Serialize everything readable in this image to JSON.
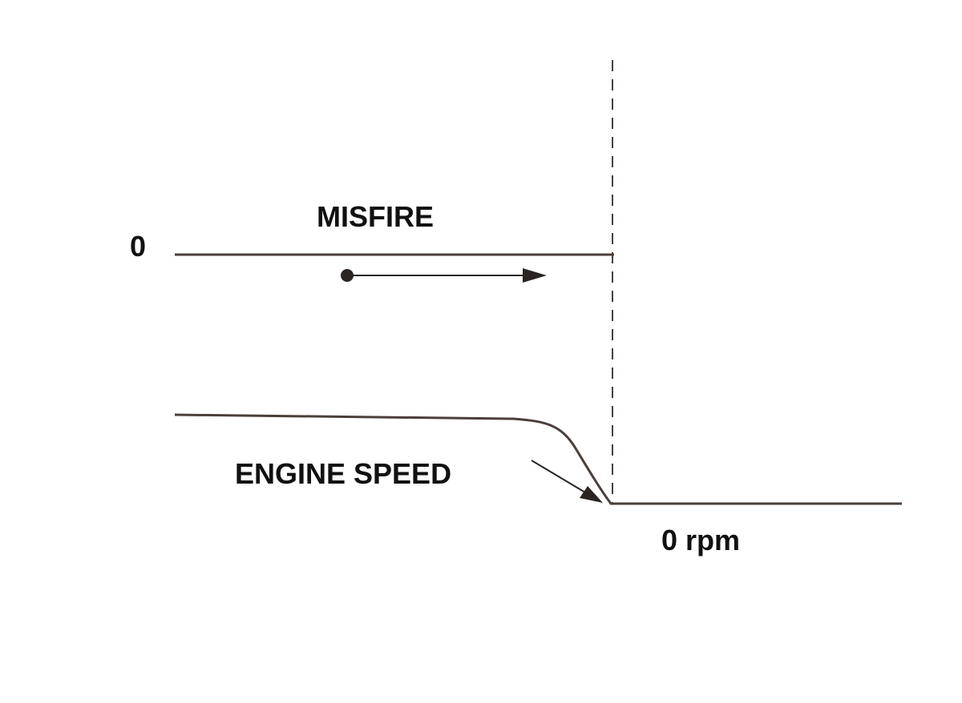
{
  "labels": {
    "misfire": "MISFIRE",
    "zero_level": "0",
    "engine_speed": "ENGINE SPEED",
    "zero_rpm": "0 rpm"
  },
  "colors": {
    "line": "#4a3f3a",
    "text": "#111111",
    "background": "#ffffff"
  }
}
